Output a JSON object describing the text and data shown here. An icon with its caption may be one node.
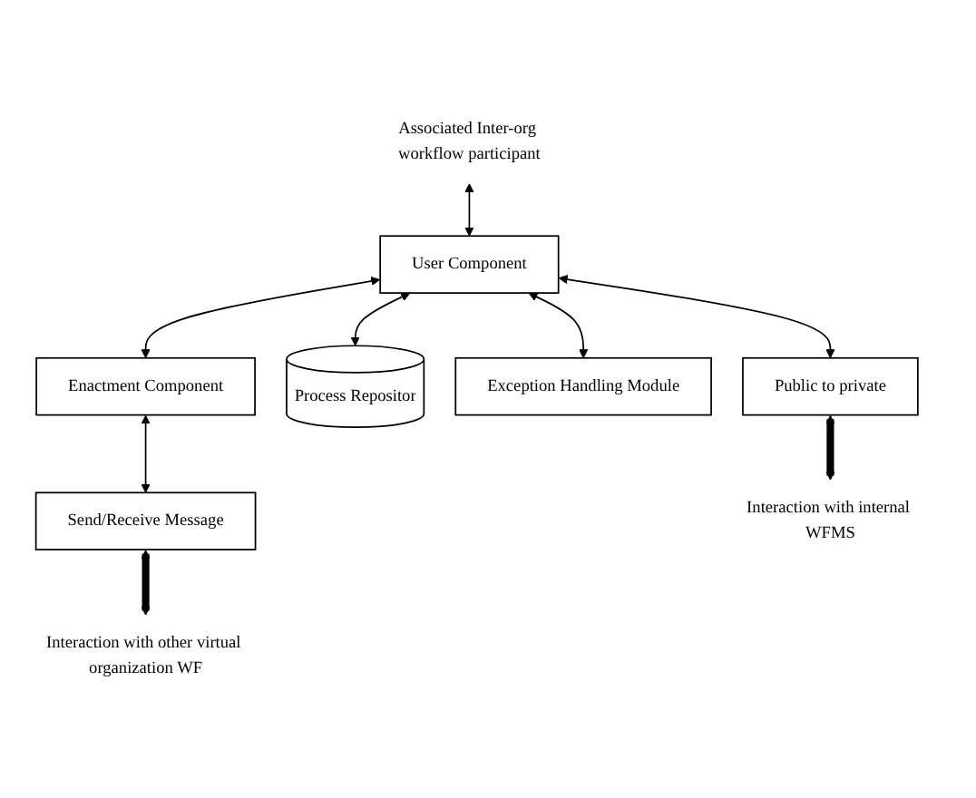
{
  "diagram": {
    "nodes": [
      {
        "text": [
          "Associated Inter-org workflow participant"
        ]
      },
      {
        "text": [
          "User Component"
        ]
      },
      {
        "text": [
          "Enactment Component"
        ]
      },
      {
        "text": [
          "Process Repositor"
        ]
      },
      {
        "text": [
          "Exception Handling Module"
        ]
      },
      {
        "text": [
          "Send/Receive Message"
        ]
      },
      {
        "text": [
          "Public to private"
        ]
      },
      {
        "text": [
          "Interaction with other virtual organization WF"
        ]
      },
      {
        "text": [
          "Interaction with internal WFMS"
        ]
      }
    ],
    "edges": [
      {
        "from": 0,
        "to": 1,
        "arrow": "both"
      },
      {
        "from": 1,
        "to": 2,
        "arrow": "both"
      },
      {
        "from": 1,
        "to": 3,
        "arrow": "both"
      },
      {
        "from": 1,
        "to": 4,
        "arrow": "both"
      },
      {
        "from": 1,
        "to": 6,
        "arrow": "both"
      },
      {
        "from": 2,
        "to": 5,
        "arrow": "both"
      },
      {
        "from": 5,
        "to": 7,
        "arrow": "both",
        "style": "thick"
      },
      {
        "from": 6,
        "to": 8,
        "arrow": "both",
        "style": "thick"
      }
    ]
  }
}
